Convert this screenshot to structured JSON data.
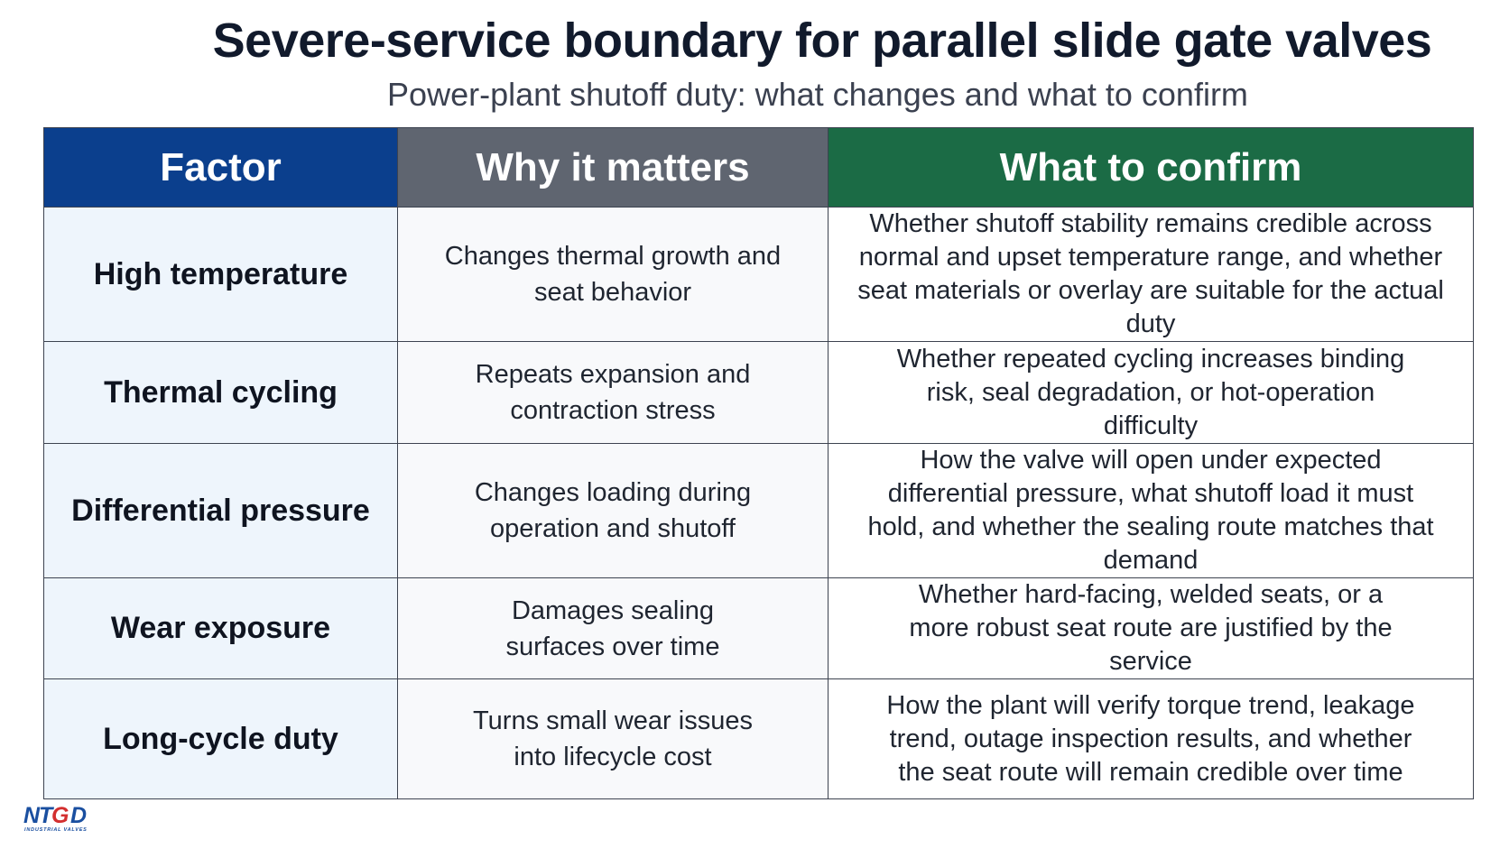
{
  "title": "Severe-service boundary for parallel slide gate valves",
  "subtitle": "Power-plant shutoff duty: what changes and what to confirm",
  "table": {
    "headers": [
      "Factor",
      "Why it matters",
      "What to confirm"
    ],
    "header_colors": [
      "#0b3f8d",
      "#5f6570",
      "#1b6b45"
    ],
    "rows": [
      {
        "factor": "High temperature",
        "why": "Changes thermal growth and seat behavior",
        "confirm": "Whether shutoff stability remains credible across normal and upset temperature range, and whether seat materials or overlay are suitable for the actual duty"
      },
      {
        "factor": "Thermal cycling",
        "why": "Repeats expansion and contraction stress",
        "confirm": "Whether repeated cycling increases binding risk, seal degradation, or hot-operation difficulty"
      },
      {
        "factor": "Differential pressure",
        "why": "Changes loading during operation and shutoff",
        "confirm": "How the valve will open under expected differential pressure, what shutoff load it must hold, and whether the sealing route matches that demand"
      },
      {
        "factor": "Wear exposure",
        "why": "Damages sealing surfaces over time",
        "confirm": "Whether hard-facing, welded seats, or a more robust seat route are justified by the service"
      },
      {
        "factor": "Long-cycle duty",
        "why": "Turns small wear issues into lifecycle cost",
        "confirm": "How the plant will verify torque trend, leakage trend, outage inspection results, and whether the seat route will remain credible over time"
      }
    ]
  },
  "logo": {
    "brand": "NTGD",
    "tagline": "INDUSTRIAL VALVES",
    "colors": {
      "blue": "#1a4fa0",
      "red": "#d32f2f"
    }
  }
}
